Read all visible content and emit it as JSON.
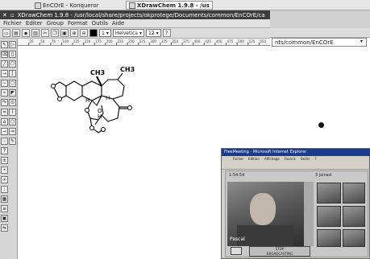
{
  "taskbar": {
    "tasks": [
      {
        "label": "EnCOrE - Konqueror"
      },
      {
        "label": "XDrawChem 1.9.8 - /us"
      }
    ]
  },
  "xdrawchem": {
    "title": "XDrawChem 1.9.8 - /usr/local/share/projects/okprotege/Documents/common/EnCOrE/ca",
    "menu": [
      "Fichier",
      "Editer",
      "Group",
      "Format",
      "Outils",
      "Aide"
    ],
    "toolbar": {
      "line_width": "1",
      "font": "Helvetica",
      "font_size": "12"
    },
    "ruler_ticks": [
      "25",
      "50",
      "75",
      "100",
      "125",
      "150",
      "175",
      "200",
      "225",
      "250",
      "275",
      "300",
      "325",
      "350",
      "375",
      "400",
      "425",
      "450",
      "475",
      "500",
      "525",
      "550"
    ],
    "molecule": {
      "labels": [
        "CH3",
        "CH3",
        "H",
        "H",
        "O",
        "H"
      ]
    }
  },
  "konqueror": {
    "address": "nts/common/EnCOrE"
  },
  "ie": {
    "title": "FreeMeeting - Microsoft Internet Explorer",
    "menu": [
      "Fichier",
      "Edition",
      "Affichage",
      "Favoris",
      "Outils",
      "?"
    ],
    "time": "1:54:54",
    "joined": "3 joined",
    "presenter": "Pascal",
    "stop_label": "STOP\nBROADCASTING"
  }
}
